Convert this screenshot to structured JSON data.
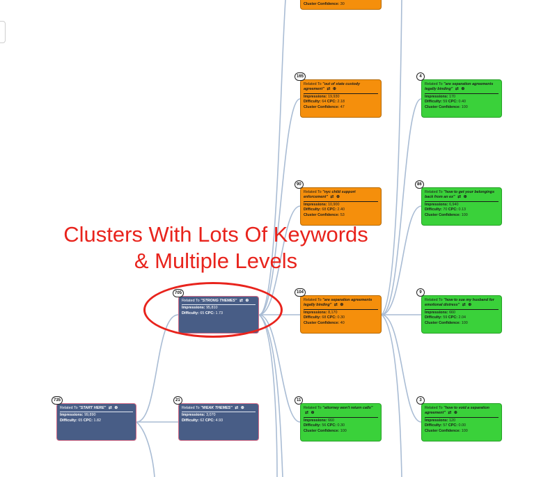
{
  "colors": {
    "root_fill": "#485d86",
    "root_border": "#d46a86",
    "orange_fill": "#f58f0c",
    "green_fill": "#3ad13a",
    "edge": "#a9bcd4",
    "annotation": "#e8231c"
  },
  "icons": {
    "link": "⇄",
    "expand": "⊕"
  },
  "annotation": {
    "line1": "Clusters With Lots Of Keywords",
    "line2": "& Multiple Levels"
  },
  "nodes": {
    "start": {
      "count": "735",
      "prefix": "Related To ",
      "query": "\"START HERE\"",
      "impressions_label": "Impressions:",
      "impressions": "99,890",
      "difficulty_label": "Difficulty:",
      "difficulty": "65",
      "cpc_label": "CPC:",
      "cpc": "1.82"
    },
    "strong": {
      "count": "705",
      "prefix": "Related To ",
      "query": "\"STRONG THEMES\"",
      "impressions_label": "Impressions:",
      "impressions": "95,810",
      "difficulty_label": "Difficulty:",
      "difficulty": "65",
      "cpc_label": "CPC:",
      "cpc": "1.73"
    },
    "weak": {
      "count": "21",
      "prefix": "Related To ",
      "query": "\"WEAK THEMES\"",
      "impressions_label": "Impressions:",
      "impressions": "3,070",
      "difficulty_label": "Difficulty:",
      "difficulty": "62",
      "cpc_label": "CPC:",
      "cpc": "4.93"
    },
    "top_partial": {
      "confidence_label": "Cluster Confidence:",
      "confidence": "30"
    },
    "custody": {
      "count": "165",
      "prefix": "Related To ",
      "query": "\"out of state custody agreement\"",
      "impressions_label": "Impressions:",
      "impressions": "19,930",
      "difficulty_label": "Difficulty:",
      "difficulty": "64",
      "cpc_label": "CPC:",
      "cpc": "2.18",
      "confidence_label": "Cluster Confidence:",
      "confidence": "47"
    },
    "nyc": {
      "count": "90",
      "prefix": "Related To ",
      "query": "\"nyc child support enforcement\"",
      "impressions_label": "Impressions:",
      "impressions": "10,900",
      "difficulty_label": "Difficulty:",
      "difficulty": "68",
      "cpc_label": "CPC:",
      "cpc": "2.40",
      "confidence_label": "Cluster Confidence:",
      "confidence": "53"
    },
    "separation": {
      "count": "104",
      "prefix": "Related To ",
      "query": "\"are separation agreements legally binding\"",
      "impressions_label": "Impressions:",
      "impressions": "8,170",
      "difficulty_label": "Difficulty:",
      "difficulty": "68",
      "cpc_label": "CPC:",
      "cpc": "0.30",
      "confidence_label": "Cluster Confidence:",
      "confidence": "40"
    },
    "attorney": {
      "count": "11",
      "prefix": "Related To ",
      "query": "\"attorney won't return calls\"",
      "impressions_label": "Impressions:",
      "impressions": "660",
      "difficulty_label": "Difficulty:",
      "difficulty": "56",
      "cpc_label": "CPC:",
      "cpc": "0.30",
      "confidence_label": "Cluster Confidence:",
      "confidence": "100"
    },
    "binding": {
      "count": "4",
      "prefix": "Related To ",
      "query": "\"are separation agreements legally binding\"",
      "impressions_label": "Impressions:",
      "impressions": "170",
      "difficulty_label": "Difficulty:",
      "difficulty": "59",
      "cpc_label": "CPC:",
      "cpc": "0.40",
      "confidence_label": "Cluster Confidence:",
      "confidence": "100"
    },
    "belongings": {
      "count": "86",
      "prefix": "Related To ",
      "query": "\"how to get your belongings back from an ex\"",
      "impressions_label": "Impressions:",
      "impressions": "6,940",
      "difficulty_label": "Difficulty:",
      "difficulty": "70",
      "cpc_label": "CPC:",
      "cpc": "0.13",
      "confidence_label": "Cluster Confidence:",
      "confidence": "100"
    },
    "sue": {
      "count": "9",
      "prefix": "Related To ",
      "query": "\"how to sue my husband for emotional distress\"",
      "impressions_label": "Impressions:",
      "impressions": "660",
      "difficulty_label": "Difficulty:",
      "difficulty": "59",
      "cpc_label": "CPC:",
      "cpc": "2.04",
      "confidence_label": "Cluster Confidence:",
      "confidence": "100"
    },
    "void": {
      "count": "3",
      "prefix": "Related To ",
      "query": "\"how to void a separation agreement\"",
      "impressions_label": "Impressions:",
      "impressions": "120",
      "difficulty_label": "Difficulty:",
      "difficulty": "57",
      "cpc_label": "CPC:",
      "cpc": "0.00",
      "confidence_label": "Cluster Confidence:",
      "confidence": "100"
    }
  }
}
